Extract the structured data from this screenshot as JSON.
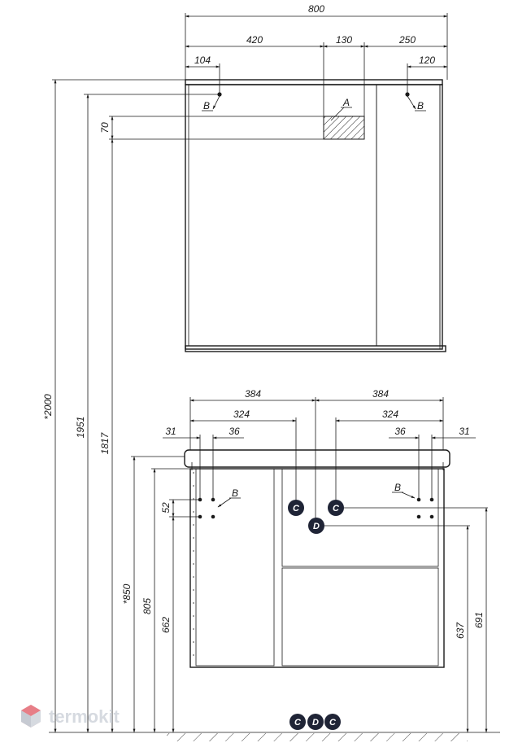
{
  "top_unit": {
    "dims": {
      "total_width": "800",
      "w420": "420",
      "w130": "130",
      "w250": "250",
      "w104": "104",
      "w120": "120",
      "h70": "70",
      "h2000": "*2000",
      "h1951": "1951",
      "h1817": "1817"
    },
    "labels": {
      "a": "A",
      "b_left": "B",
      "b_right": "B"
    }
  },
  "bottom_unit": {
    "dims": {
      "w384_left": "384",
      "w384_right": "384",
      "w324_left": "324",
      "w324_right": "324",
      "w31_left": "31",
      "w36_left": "36",
      "w36_right": "36",
      "w31_right": "31",
      "h52": "52",
      "h850": "*850",
      "h805": "805",
      "h662": "662",
      "h637": "637",
      "h691": "691"
    },
    "labels": {
      "b_left": "B",
      "b_right": "B"
    },
    "badges": {
      "c_left": "C",
      "c_right": "C",
      "d": "D"
    }
  },
  "legend_badges": [
    "C",
    "D",
    "C"
  ],
  "logo": {
    "text": "termokit",
    "icon": "hexagon-cube-icon"
  },
  "colors": {
    "line": "#1a1a1a",
    "badge": "#1f2436",
    "logo": "#c9ced6",
    "logo_accent": "#e0535f"
  }
}
